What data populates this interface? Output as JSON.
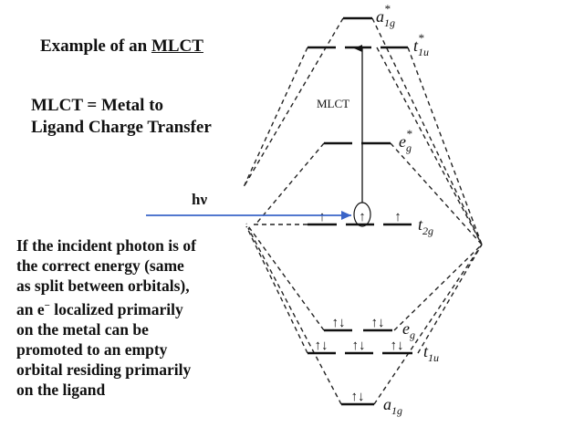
{
  "title": {
    "prefix": "Example of an ",
    "underlined": "MLCT"
  },
  "definition": {
    "line1": "MLCT = Metal to",
    "line2": "Ligand Charge Transfer"
  },
  "explanation": {
    "l1": "If the incident photon is of",
    "l2": "the correct energy (same",
    "l3": "as split between orbitals),",
    "l4a": "an e",
    "l4sup": "−",
    "l4b": " localized  primarily",
    "l5": "on the metal can be",
    "l6": "promoted to an empty",
    "l7": "orbital residing primarily",
    "l8": "on the ligand"
  },
  "diagram": {
    "transition_label": "MLCT",
    "photon_label": "hν",
    "photon_color": "#3a64c8",
    "levels": {
      "a1g_star": {
        "base": "a",
        "sub": "1g",
        "sup": "*"
      },
      "t1u_star": {
        "base": "t",
        "sub": "1u",
        "sup": "*"
      },
      "eg_star": {
        "base": "e",
        "sub": "g",
        "sup": "*"
      },
      "t2g": {
        "base": "t",
        "sub": "2g",
        "sup": ""
      },
      "eg": {
        "base": "e",
        "sub": "g",
        "sup": ""
      },
      "t1u": {
        "base": "t",
        "sub": "1u",
        "sup": ""
      },
      "a1g": {
        "base": "a",
        "sub": "1g",
        "sup": ""
      }
    },
    "electrons": {
      "single": "↑",
      "pair": "↑↓"
    }
  }
}
